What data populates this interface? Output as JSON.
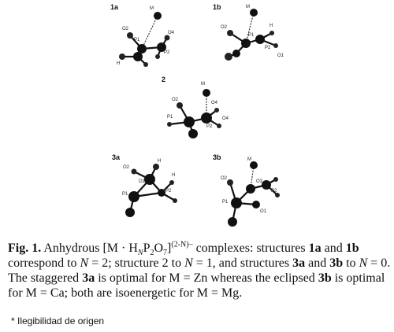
{
  "structures": [
    {
      "id": "1a",
      "atoms": [
        "M",
        "O2",
        "P1",
        "O4",
        "P2",
        "H"
      ]
    },
    {
      "id": "1b",
      "atoms": [
        "M",
        "O2",
        "P1",
        "H",
        "P2",
        "O1"
      ]
    },
    {
      "id": "2",
      "atoms": [
        "M",
        "O2",
        "O4",
        "P1",
        "P2",
        "O4"
      ]
    },
    {
      "id": "3a",
      "atoms": [
        "H",
        "O2",
        "O1",
        "P1",
        "P2",
        "H"
      ]
    },
    {
      "id": "3b",
      "atoms": [
        "M",
        "O2",
        "O3",
        "P1",
        "P2",
        "O1"
      ]
    }
  ],
  "caption": {
    "fig_label": "Fig. 1.",
    "t1": " Anhydrous [M · H",
    "sub_N": "N",
    "t2": "P",
    "sub_2": "2",
    "t3": "O",
    "sub_7": "7",
    "t4": "]",
    "sup": "(2-N)–",
    "t5": " complexes: structures ",
    "s1a": "1a",
    "t6": " and ",
    "s1b": "1b",
    "t7": " correspond to ",
    "N1": "N",
    "t8": " = 2; structure 2 to ",
    "N2": "N",
    "t9": " = 1, and structures ",
    "s3a": "3a",
    "t10": " and ",
    "s3b": "3b",
    "t11": " to ",
    "N3": "N",
    "t12": " = 0. The staggered ",
    "s3a2": "3a",
    "t13": " is optimal for M = Zn whereas the eclipsed ",
    "s3b2": "3b",
    "t14": " is optimal for M = Ca; both are isoenergetic for M = Mg."
  },
  "footnote": "* Ilegibilidad de origen"
}
